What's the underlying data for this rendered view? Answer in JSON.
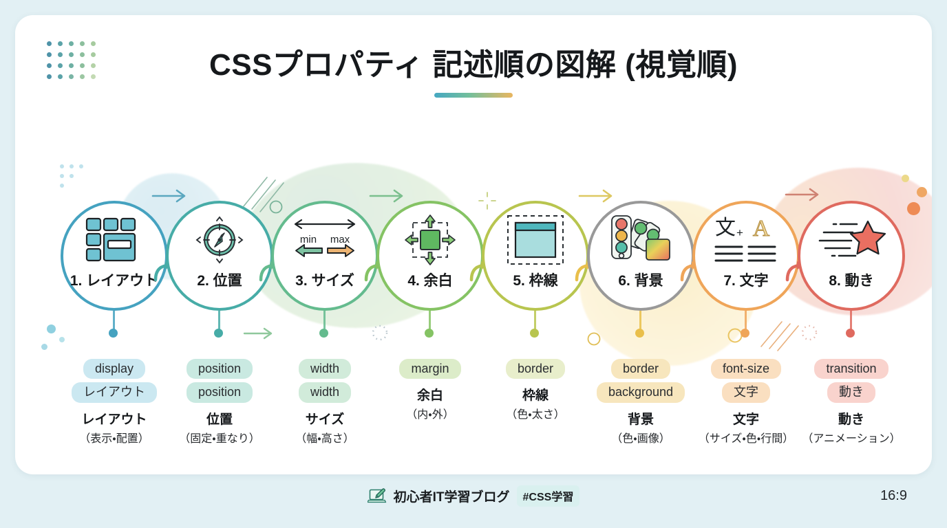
{
  "page": {
    "background_color": "#e2f0f4",
    "card_color": "#ffffff",
    "aspect_ratio": "16:9"
  },
  "header": {
    "title": "CSSプロパティ 記述順の図解 (視覚順)",
    "underline_colors": [
      "#46a8c2",
      "#74bf9b",
      "#e9b660"
    ],
    "dot_grid_icon": "dot-grid-decoration"
  },
  "flow": {
    "steps": [
      {
        "index": "1",
        "number_title": "1. レイアウト",
        "icon": "layout-grid-icon",
        "ring_color": "#45a2c0",
        "accent_color": "#45a2c0",
        "pill_color": "#cbe8f1",
        "pills": [
          "display",
          "レイアウト"
        ],
        "label_main": "レイアウト",
        "label_sub": "（表示・配置）"
      },
      {
        "index": "2",
        "number_title": "2. 位置",
        "icon": "compass-icon",
        "ring_color": "#47aca7",
        "accent_color": "#47aca7",
        "pill_color": "#c9e9e1",
        "pills": [
          "position",
          "position"
        ],
        "label_main": "位置",
        "label_sub": "（固定・重なり）"
      },
      {
        "index": "3",
        "number_title": "3. サイズ",
        "icon": "min-max-arrows-icon",
        "ring_color": "#64bb8e",
        "accent_color": "#64bb8e",
        "pill_color": "#d1ebda",
        "pills": [
          "width",
          "width"
        ],
        "label_main": "サイズ",
        "label_sub": "（幅・高さ）"
      },
      {
        "index": "4",
        "number_title": "4. 余白",
        "icon": "margin-expand-icon",
        "ring_color": "#85c364",
        "accent_color": "#85c364",
        "pill_color": "#dcecc9",
        "pills": [
          "margin"
        ],
        "label_main": "余白",
        "label_sub": "（内・外）"
      },
      {
        "index": "5",
        "number_title": "5. 枠線",
        "icon": "border-box-icon",
        "ring_color": "#b8c54f",
        "accent_color": "#b8c54f",
        "pill_color": "#e8eecb",
        "pills": [
          "border"
        ],
        "label_main": "枠線",
        "label_sub": "（色・太さ）"
      },
      {
        "index": "6",
        "number_title": "6. 背景",
        "icon": "color-palette-icon",
        "ring_color": "#efc council",
        "accent_color": "#e9bf4b",
        "pill_color": "#f7e6bd",
        "pills": [
          "border",
          "background"
        ],
        "label_main": "背景",
        "label_sub": "（色・画像）"
      },
      {
        "index": "7",
        "number_title": "7. 文字",
        "icon": "typography-icon",
        "ring_color": "#efa559",
        "accent_color": "#efa559",
        "pill_color": "#fadfc0",
        "pills": [
          "font-size",
          "文字"
        ],
        "label_main": "文字",
        "label_sub": "（サイズ・色・行間）"
      },
      {
        "index": "8",
        "number_title": "8. 動き",
        "icon": "motion-star-icon",
        "ring_color": "#df6a5f",
        "accent_color": "#df6a5f",
        "pill_color": "#f9d3cd",
        "pills": [
          "transition",
          "動き"
        ],
        "label_main": "動き",
        "label_sub": "（アニメーション）"
      }
    ]
  },
  "footer": {
    "brand_icon": "laptop-pencil-icon",
    "brand": "初心者IT学習ブログ",
    "tag": "#CSS学習",
    "ratio": "16:9"
  }
}
